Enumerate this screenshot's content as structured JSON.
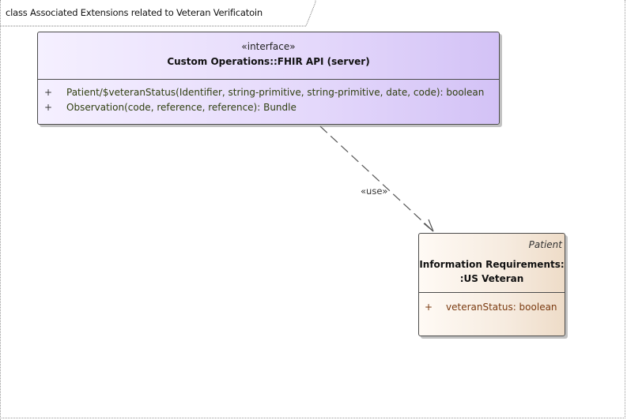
{
  "diagram": {
    "frame_title": "class Associated Extensions related to Veteran Verificatoin"
  },
  "interface_box": {
    "stereotype": "«interface»",
    "name": "Custom Operations::FHIR API (server)",
    "operations": [
      {
        "visibility": "+",
        "signature": "Patient/$veteranStatus(Identifier, string-primitive, string-primitive, date, code): boolean"
      },
      {
        "visibility": "+",
        "signature": "Observation(code, reference, reference): Bundle"
      }
    ]
  },
  "class_box": {
    "type": "Patient",
    "name_line1": "Information Requirements:",
    "name_line2": ":US Veteran",
    "attributes": [
      {
        "visibility": "+",
        "text": "veteranStatus: boolean"
      }
    ]
  },
  "dependency": {
    "label": "«use»"
  },
  "colors": {
    "interface_fill": "#e4d8fb",
    "class_fill": "#f6ebdf",
    "border": "#4b4b4b",
    "attribute_text": "#7a3a10"
  }
}
